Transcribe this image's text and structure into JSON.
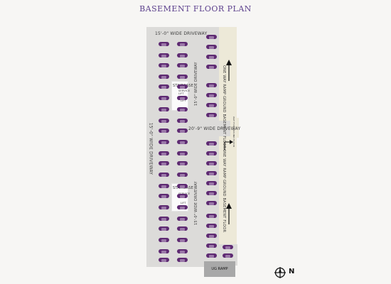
{
  "title": "BASEMENT FLOOR PLAN",
  "labels": {
    "top_driveway": "15'-0\" WIDE DRIVEWAY",
    "left_driveway": "15'-0\" WIDE DRIVEWAY",
    "center_driveway_top": "15'-0\" WIDE DRIVEWAY",
    "center_driveway_bottom": "15'-0\" WIDE DRIVEWAY",
    "cross_driveway": "20'-9\" WIDE DRIVEWAY",
    "ramp_upper": "ONE WAY RAMP GROUND BASEMENT FLOOR",
    "ramp_lower": "ONE WAY RAMP GROUND BASEMENT FLOOR",
    "side_note": "WAY FOR GROUND FLOOR",
    "staircase_1": "STAIRCASE",
    "service_lift_1": "SERVICE LIFT",
    "lift_1": "LIFT",
    "staircase_2": "STAIRCASE",
    "service_lift_2": "SERVICE LIFT",
    "lift_2": "LIFT",
    "ug_ramp": "UG RAMP",
    "north": "N"
  },
  "colors": {
    "slab": "#dcdbd9",
    "ramp": "#ede9d8",
    "car": "#5e2a72",
    "title": "#5b3f8c"
  },
  "icons": {
    "car": "car-icon",
    "north": "north-arrow-icon",
    "ramp_arrow": "arrow-up-icon"
  }
}
